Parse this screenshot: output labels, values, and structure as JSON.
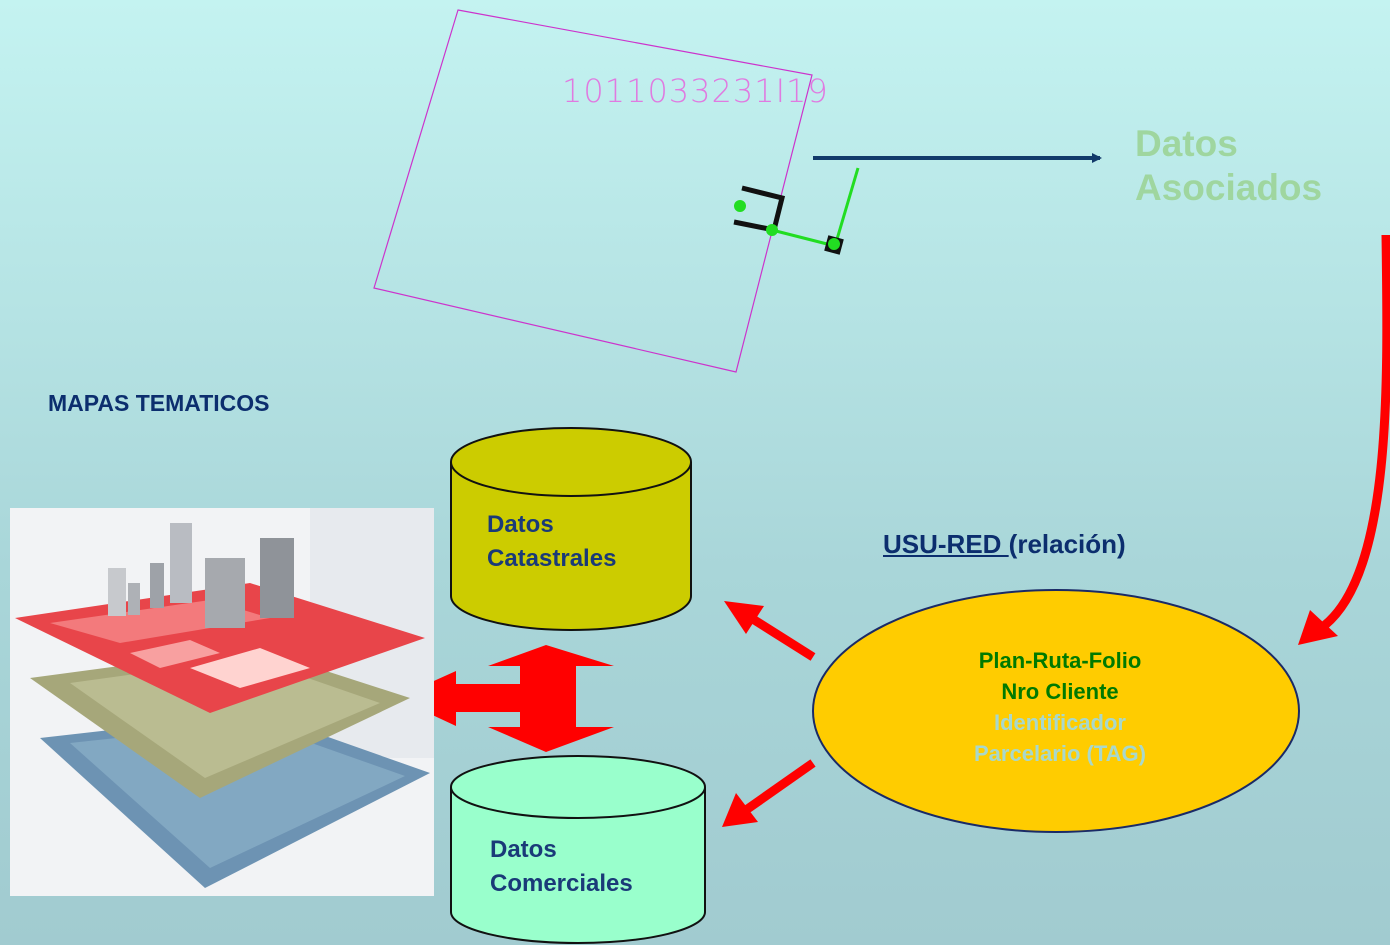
{
  "parcel": {
    "id_label": "1011033231I19"
  },
  "datos_asociados": {
    "line1": "Datos",
    "line2": "Asociados"
  },
  "mapas_tematicos": {
    "title": "MAPAS TEMATICOS"
  },
  "db_catastrales": {
    "line1": "Datos",
    "line2": "Catastrales",
    "color": "#cccc00"
  },
  "db_comerciales": {
    "line1": "Datos",
    "line2": "Comerciales",
    "color": "#99ffcc"
  },
  "usu_red": {
    "name": "USU-RED ",
    "suffix": "(relación)"
  },
  "relation_fields": {
    "line1": "Plan-Ruta-Folio",
    "line2": "Nro Cliente",
    "line3": "Identificador",
    "line4": "Parcelario (TAG)",
    "ellipse_color": "#ffcc00"
  },
  "colors": {
    "arrow_red": "#ff0000",
    "arrow_navy": "#123a6a",
    "parcel_outline": "#cc33cc",
    "link_green": "#22dd22"
  }
}
